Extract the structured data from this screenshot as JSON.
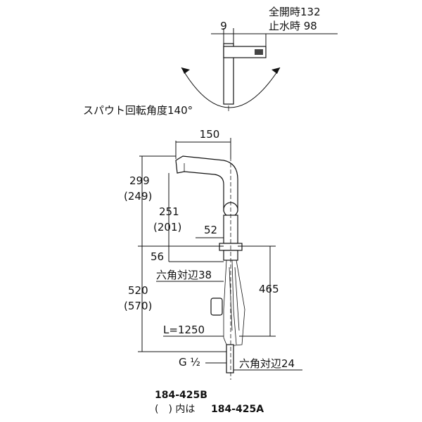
{
  "top_view": {
    "dim_offset": "9",
    "flow_full_open": "全開時132",
    "flow_stop": "止水時 98",
    "rotation_label": "スパウト回転角度140°"
  },
  "front_view": {
    "dim_width": "150",
    "dim_total_height": "299",
    "dim_total_height_alt": "(249)",
    "dim_spout_height": "251",
    "dim_spout_height_alt": "(201)",
    "dim_offset_52": "52",
    "dim_56": "56",
    "hex_38": "六角対辺38",
    "dim_465": "465",
    "dim_below": "520",
    "dim_below_alt": "(570)",
    "hose_length": "L=1250",
    "thread": "G ½",
    "hex_24": "六角対辺24"
  },
  "model": {
    "primary": "184-425B",
    "note_prefix": "(　) 内は",
    "alt": "184-425A"
  }
}
